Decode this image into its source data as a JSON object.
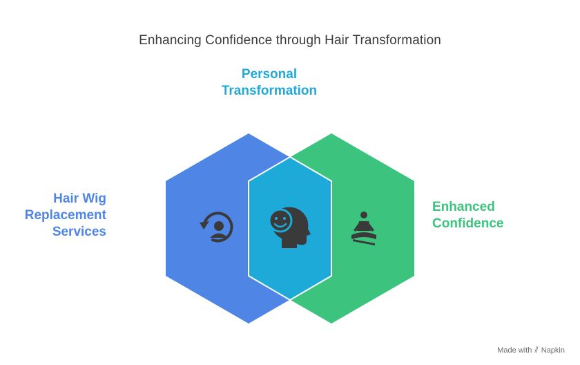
{
  "title": "Enhancing Confidence through Hair Transformation",
  "nodes": {
    "hair_wig": {
      "label_lines": [
        "Hair Wig",
        "Replacement",
        "Services"
      ],
      "color": "#4f86e5",
      "icon": "hair-restore-icon"
    },
    "personal": {
      "label_lines": [
        "Personal",
        "Transformation"
      ],
      "color": "#1eaad9",
      "label_color": "#21a8d8",
      "icon": "smiling-head-icon"
    },
    "confidence": {
      "label_lines": [
        "Enhanced",
        "Confidence"
      ],
      "color": "#3cc47f",
      "icon": "meditation-icon"
    }
  },
  "footer": {
    "made_with": "Made with",
    "brand": "Napkin"
  }
}
